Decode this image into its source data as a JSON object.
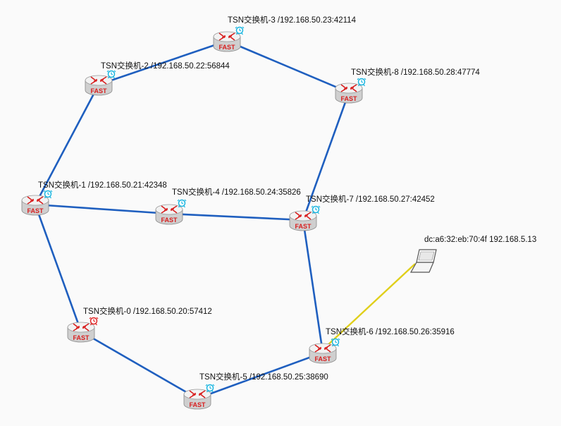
{
  "colors": {
    "link": "#1f5fbf",
    "host_link": "#e0cf1a",
    "alarm_normal": "#19b5e0",
    "alarm_fault": "#e02424",
    "router_text": "#d81e1e"
  },
  "router_badge": "FAST",
  "nodes": [
    {
      "id": "sw3",
      "label": "TSN交换机-3 /192.168.50.23:42114",
      "alarm": "normal"
    },
    {
      "id": "sw2",
      "label": "TSN交换机-2 /192.168.50.22:56844",
      "alarm": "normal"
    },
    {
      "id": "sw8",
      "label": "TSN交换机-8 /192.168.50.28:47774",
      "alarm": "normal"
    },
    {
      "id": "sw1",
      "label": "TSN交换机-1 /192.168.50.21:42348",
      "alarm": "normal"
    },
    {
      "id": "sw4",
      "label": "TSN交换机-4 /192.168.50.24:35826",
      "alarm": "normal"
    },
    {
      "id": "sw7",
      "label": "TSN交换机-7 /192.168.50.27:42452",
      "alarm": "normal"
    },
    {
      "id": "sw0",
      "label": "TSN交换机-0 /192.168.50.20:57412",
      "alarm": "fault"
    },
    {
      "id": "sw6",
      "label": "TSN交换机-6 /192.168.50.26:35916",
      "alarm": "normal"
    },
    {
      "id": "sw5",
      "label": "TSN交换机-5 /192.168.50.25:38690",
      "alarm": "normal"
    }
  ],
  "host": {
    "id": "host",
    "label": "dc:a6:32:eb:70:4f 192.168.5.13"
  },
  "links": [
    [
      "sw3",
      "sw2"
    ],
    [
      "sw3",
      "sw8"
    ],
    [
      "sw2",
      "sw1"
    ],
    [
      "sw8",
      "sw7"
    ],
    [
      "sw1",
      "sw4"
    ],
    [
      "sw4",
      "sw7"
    ],
    [
      "sw1",
      "sw0"
    ],
    [
      "sw7",
      "sw6"
    ],
    [
      "sw0",
      "sw5"
    ],
    [
      "sw5",
      "sw6"
    ]
  ],
  "host_links": [
    [
      "host",
      "sw6"
    ]
  ]
}
